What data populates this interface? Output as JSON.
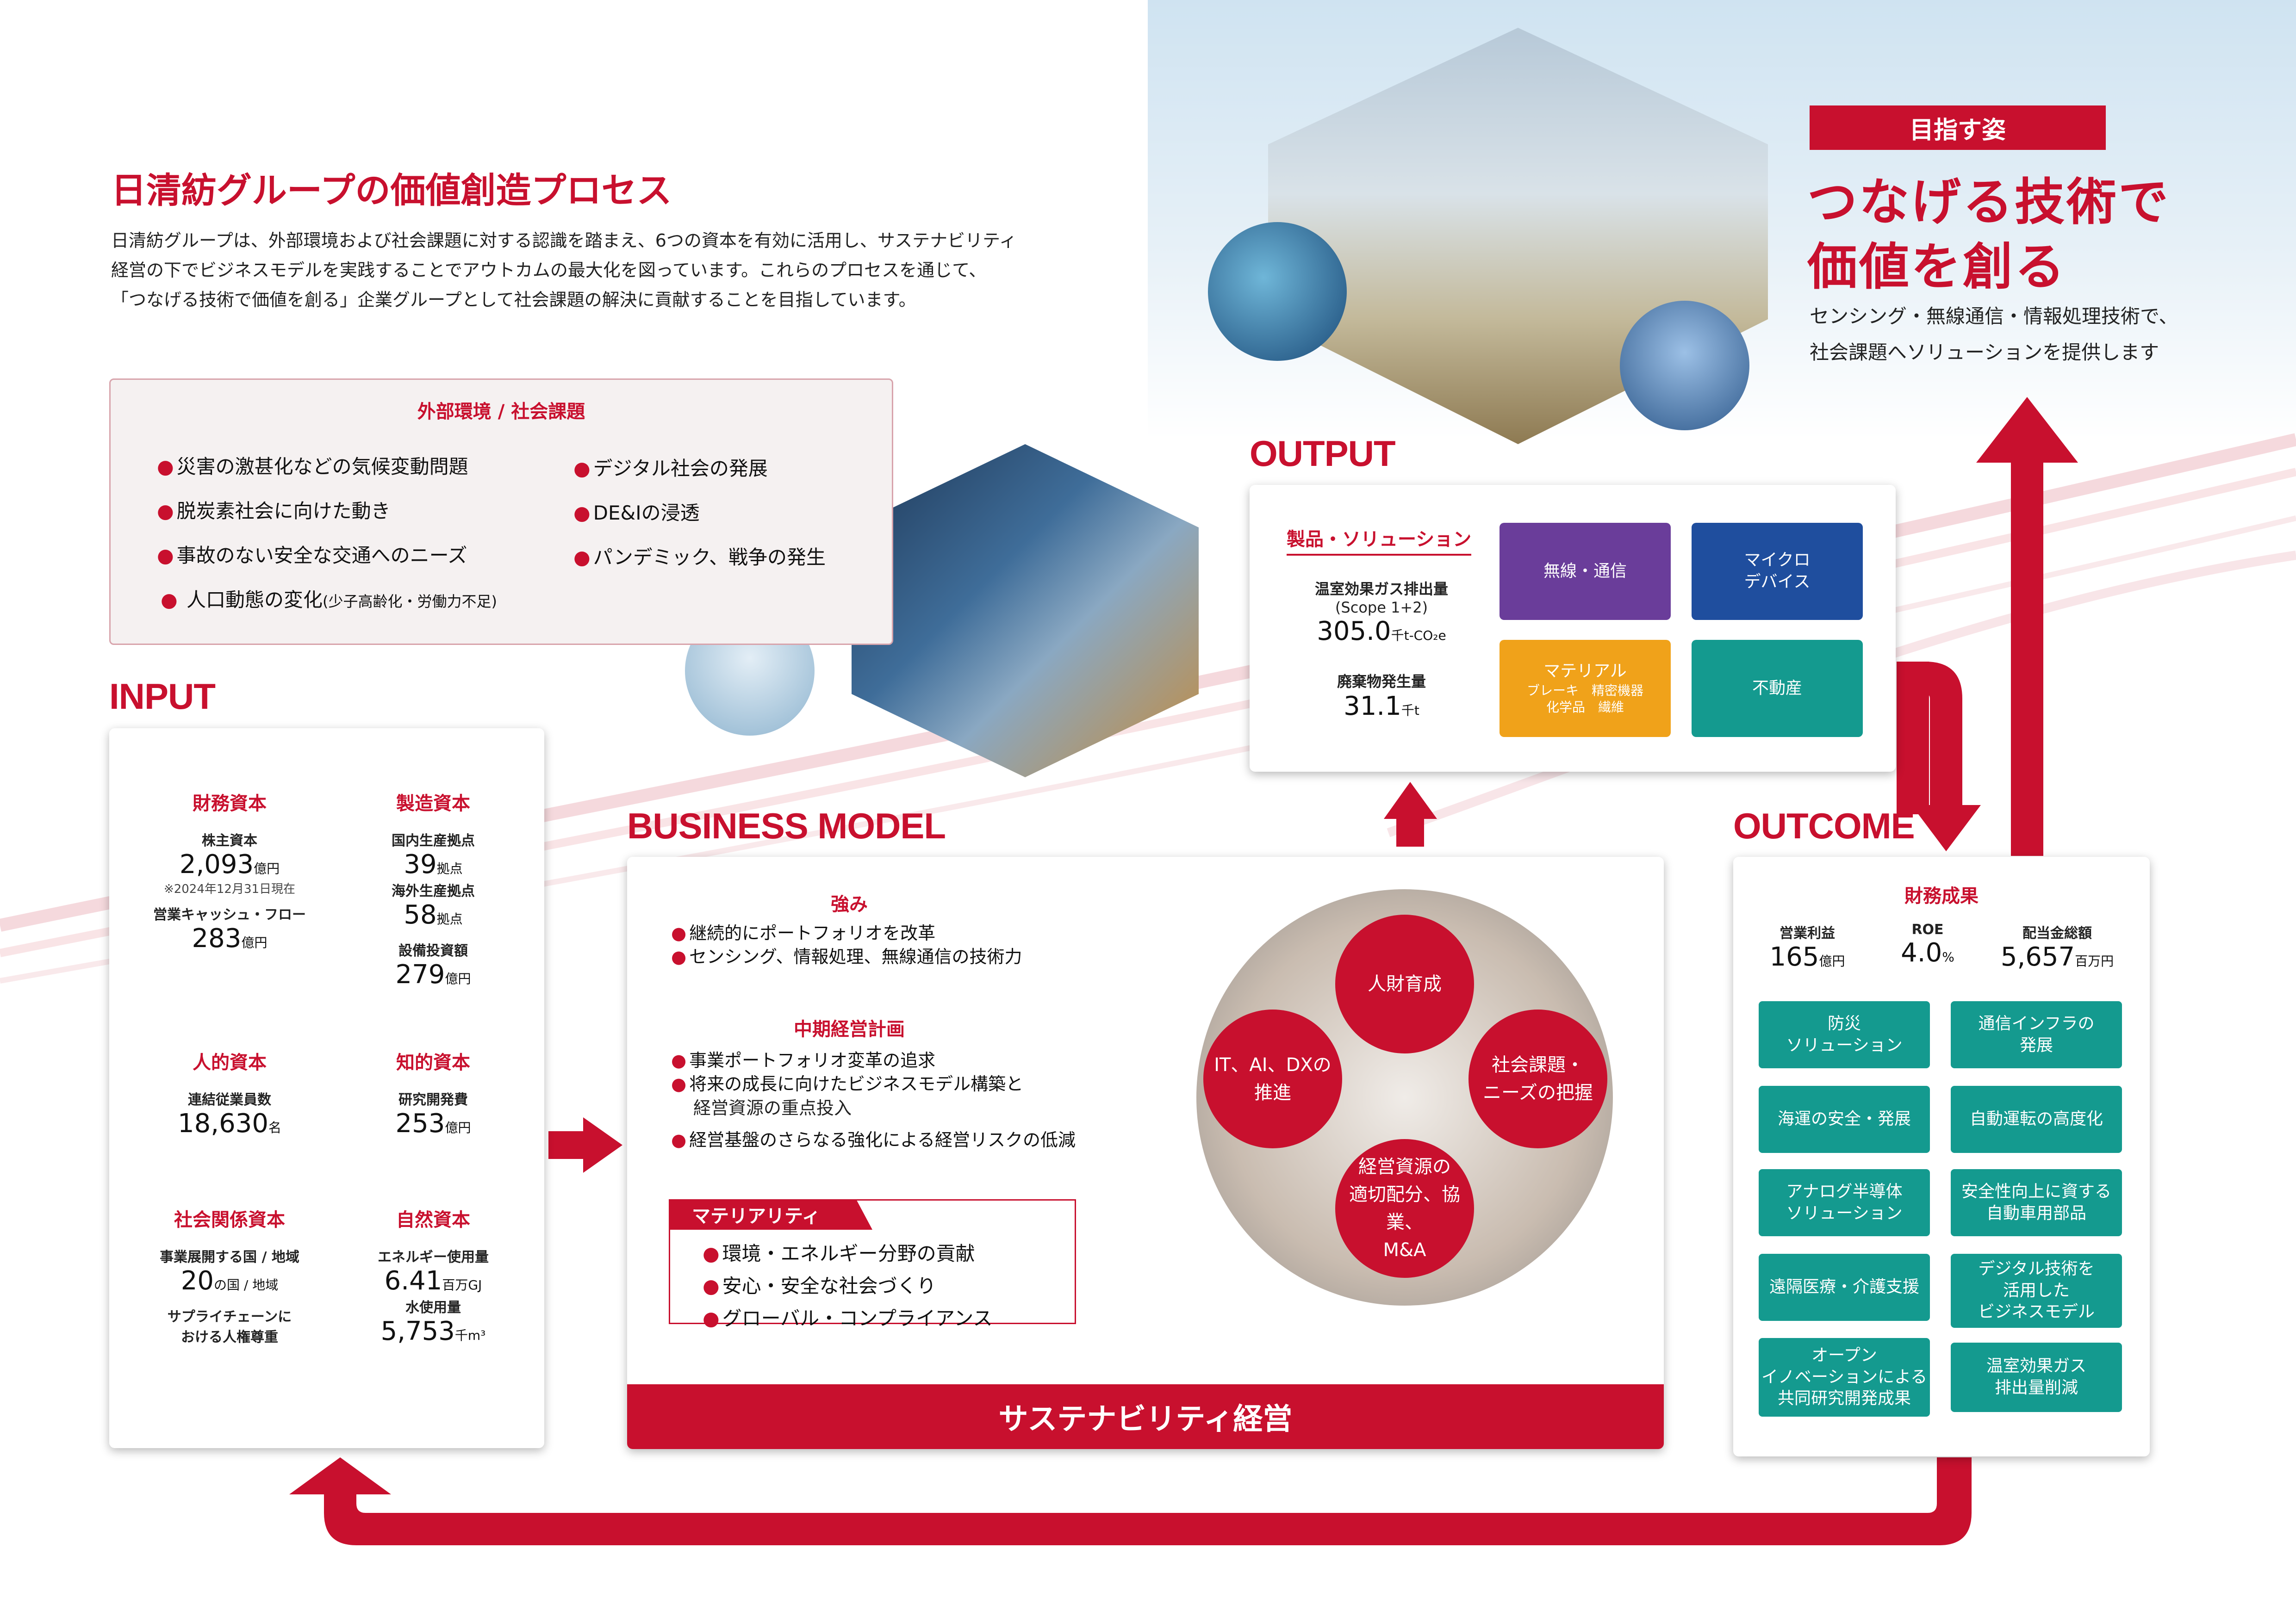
{
  "header": {
    "title": "日清紡グループの価値創造プロセス",
    "intro": [
      "日清紡グループは、外部環境および社会課題に対する認識を踏まえ、6つの資本を有効に活用し、サステナビリティ",
      "経営の下でビジネスモデルを実践することでアウトカムの最大化を図っています。これらのプロセスを通じて、",
      "「つなげる技術で価値を創る」企業グループとして社会課題の解決に貢献することを目指しています。"
    ]
  },
  "external": {
    "title": "外部環境 / 社会課題",
    "left_items": [
      "災害の激甚化などの気候変動問題",
      "脱炭素社会に向けた動き",
      "事故のない安全な交通へのニーズ"
    ],
    "demographic": "人口動態の変化",
    "demographic_note": "(少子高齢化・労働力不足)",
    "right_items": [
      "デジタル社会の発展",
      "DE&Iの浸透",
      "パンデミック、戦争の発生"
    ]
  },
  "vision": {
    "badge": "目指す姿",
    "headline1": "つなげる技術で",
    "headline2": "価値を創る",
    "sub1": "センシング・無線通信・情報処理技術で、",
    "sub2": "社会課題へソリューションを提供します"
  },
  "input": {
    "heading": "INPUT",
    "financial": {
      "title": "財務資本",
      "l1": "株主資本",
      "v1": "2,093",
      "u1": "億円",
      "note": "※2024年12月31日現在",
      "l2": "営業キャッシュ・フロー",
      "v2": "283",
      "u2": "億円"
    },
    "manufacturing": {
      "title": "製造資本",
      "l1": "国内生産拠点",
      "v1": "39",
      "u1": "拠点",
      "l2": "海外生産拠点",
      "v2": "58",
      "u2": "拠点",
      "l3": "設備投資額",
      "v3": "279",
      "u3": "億円"
    },
    "human": {
      "title": "人的資本",
      "l1": "連結従業員数",
      "v1": "18,630",
      "u1": "名"
    },
    "intellectual": {
      "title": "知的資本",
      "l1": "研究開発費",
      "v1": "253",
      "u1": "億円"
    },
    "social": {
      "title": "社会関係資本",
      "l1": "事業展開する国 / 地域",
      "v1": "20",
      "u1": "の国 / 地域",
      "l2a": "サプライチェーンに",
      "l2b": "おける人権尊重"
    },
    "natural": {
      "title": "自然資本",
      "l1": "エネルギー使用量",
      "v1": "6.41",
      "u1": "百万GJ",
      "l2": "水使用量",
      "v2": "5,753",
      "u2": "千m³"
    }
  },
  "business_model": {
    "heading": "BUSINESS MODEL",
    "strength_title": "強み",
    "strengths": [
      "継続的にポートフォリオを改革",
      "センシング、情報処理、無線通信の技術力"
    ],
    "plan_title": "中期経営計画",
    "plans": [
      "事業ポートフォリオ変革の追求",
      "将来の成長に向けたビジネスモデル構築と",
      "経営基盤のさらなる強化による経営リスクの低減"
    ],
    "plan_cont": "経営資源の重点投入",
    "materiality_title": "マテリアリティ",
    "materiality": [
      "環境・エネルギー分野の貢献",
      "安心・安全な社会づくり",
      "グローバル・コンプライアンス"
    ],
    "circles": [
      "人財育成",
      "社会課題・\nニーズの把握",
      "経営資源の\n適切配分、協業、\nM&A",
      "IT、AI、DXの\n推進"
    ],
    "footer": "サステナビリティ経営"
  },
  "output": {
    "heading": "OUTPUT",
    "products_title": "製品・ソリューション",
    "ghg_label": "温室効果ガス排出量",
    "ghg_scope": "(Scope 1+2)",
    "ghg_value": "305.0",
    "ghg_unit": "千t-CO₂e",
    "waste_label": "廃棄物発生量",
    "waste_value": "31.1",
    "waste_unit": "千t",
    "tiles": [
      {
        "label": "無線・通信",
        "color": "#6a3d9a"
      },
      {
        "label": "マイクロ\nデバイス",
        "color": "#1f4e9e"
      },
      {
        "label": "マテリアル",
        "sub1": "ブレーキ　精密機器",
        "sub2": "化学品　繊維",
        "color": "#f0a21a"
      },
      {
        "label": "不動産",
        "color": "#149a8f"
      }
    ]
  },
  "outcome": {
    "heading": "OUTCOME",
    "fin_title": "財務成果",
    "metrics": [
      {
        "label": "営業利益",
        "value": "165",
        "unit": "億円"
      },
      {
        "label": "ROE",
        "value": "4.0",
        "unit": "%"
      },
      {
        "label": "配当金総額",
        "value": "5,657",
        "unit": "百万円"
      }
    ],
    "tiles": [
      "防災\nソリューション",
      "通信インフラの\n発展",
      "海運の安全・発展",
      "自動運転の高度化",
      "アナログ半導体\nソリューション",
      "安全性向上に資する\n自動車用部品",
      "遠隔医療・介護支援",
      "デジタル技術を\n活用した\nビジネスモデル",
      "オープン\nイノベーションによる\n共同研究開発成果",
      "温室効果ガス\n排出量削減"
    ]
  },
  "colors": {
    "accent": "#c8102e",
    "teal": "#149a8f"
  }
}
